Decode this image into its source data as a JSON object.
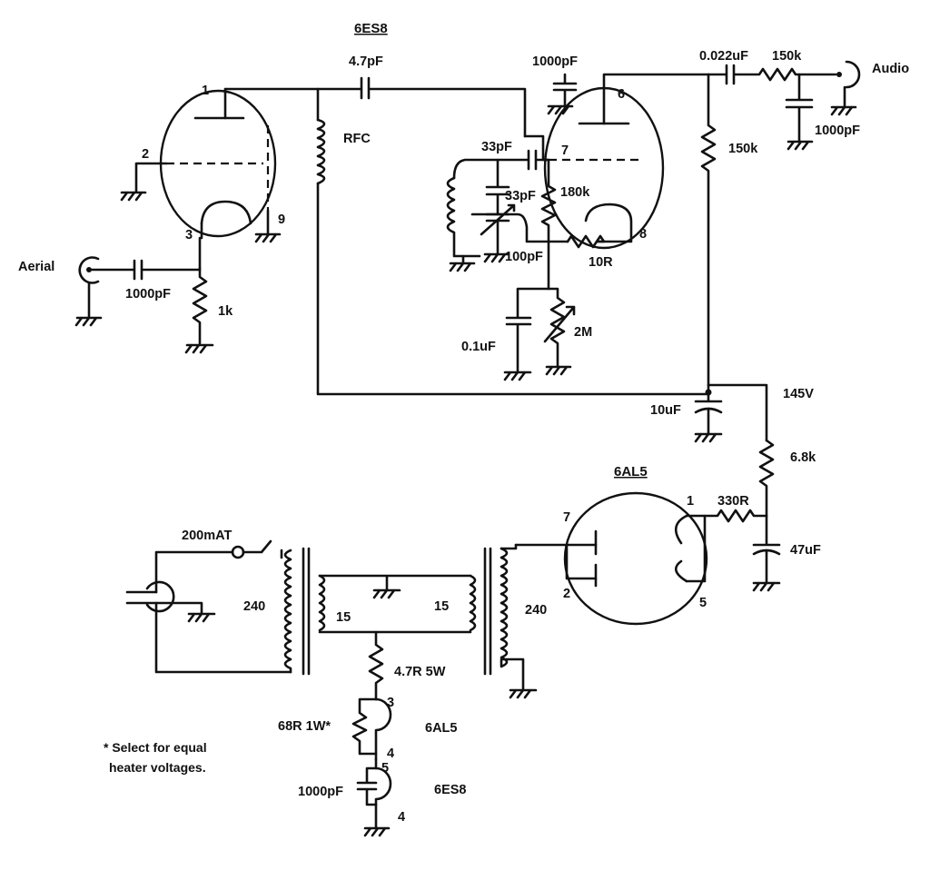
{
  "labels": {
    "tube1_title": "6ES8",
    "cap_47pf": "4.7pF",
    "rfc": "RFC",
    "cap_1000pf_top": "1000pF",
    "cap_0022uf": "0.022uF",
    "res_150k_out": "150k",
    "audio": "Audio",
    "cap_1000pf_audio": "1000pF",
    "res_150k_vert": "150k",
    "pin1_a": "1",
    "pin2_a": "2",
    "pin3_a": "3",
    "pin9_a": "9",
    "aerial": "Aerial",
    "cap_1000pf_aerial": "1000pF",
    "res_1k": "1k",
    "pin6_b": "6",
    "pin7_b": "7",
    "pin8_b": "8",
    "cap_33pf_a": "33pF",
    "cap_33pf_b": "33pF",
    "res_180k": "180k",
    "cap_100pf": "100pF",
    "res_10r": "10R",
    "cap_01uf": "0.1uF",
    "pot_2m": "2M",
    "cap_10uf": "10uF",
    "v_145": "145V",
    "res_68k": "6.8k",
    "tube2_title": "6AL5",
    "res_330r": "330R",
    "cap_47uf": "47uF",
    "pin1_c": "1",
    "pin7_c": "7",
    "pin2_c": "2",
    "pin5_c": "5",
    "fuse": "200mAT",
    "tx1_primary": "240",
    "tx1_sec_a": "15",
    "tx2_sec": "15",
    "tx2_primary": "240",
    "res_47r": "4.7R 5W",
    "heater1_pin3": "3",
    "res_68r": "68R 1W*",
    "heater1_name": "6AL5",
    "heater1_pin4": "4",
    "heater2_pin5": "5",
    "cap_1000pf_heater": "1000pF",
    "heater2_name": "6ES8",
    "heater2_pin4": "4",
    "note_line1": "* Select for equal",
    "note_line2": "heater voltages."
  }
}
